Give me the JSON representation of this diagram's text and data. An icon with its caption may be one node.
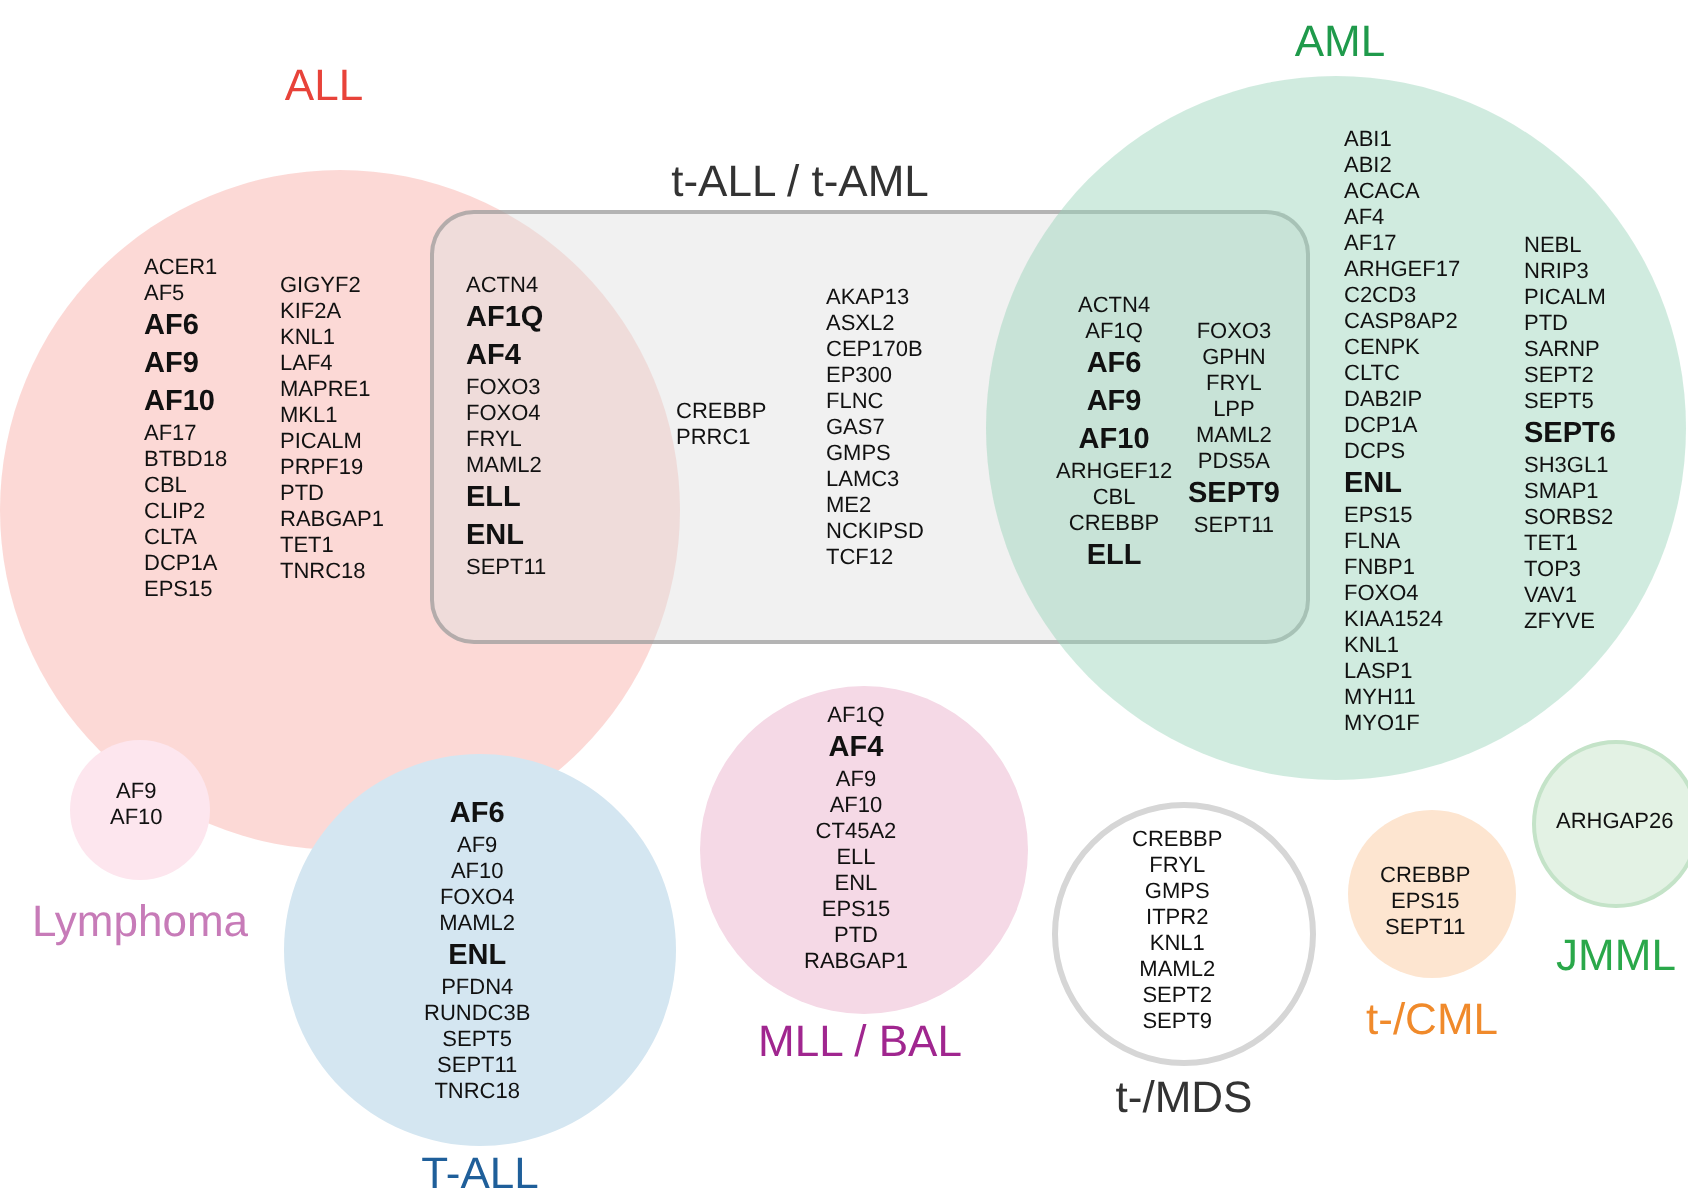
{
  "diagram": {
    "nodes": [
      {
        "text": [
          "ALL",
          "ACER1 AF5 **AF6** **AF9** **AF10** AF17 BTBD18 CBL CLIP2 CLTA DCP1A EPS15",
          "GIGYF2 KIF2A KNL1 LAF4 MAPRE1 MKL1 PICALM PRPF19 PTD RABGAP1 TET1 TNRC18"
        ]
      },
      {
        "text": [
          "t-ALL / t-AML",
          "ACTN4 **AF1Q** **AF4** FOXO3 FOXO4 FRYL MAML2 **ELL** **ENL** SEPT11",
          "CREBBP PRRC1",
          "AKAP13 ASXL2 CEP170B EP300 FLNC GAS7 GMPS LAMC3 ME2 NCKIPSD TCF12",
          "ACTN4 AF1Q **AF6** **AF9** **AF10** ARHGEF12 CBL CREBBP **ELL**",
          "FOXO3 GPHN FRYL LPP MAML2 PDS5A **SEPT9** SEPT11"
        ]
      },
      {
        "text": [
          "AML",
          "ABI1 ABI2 ACACA AF4 AF17 ARHGEF17 C2CD3 CASP8AP2 CENPK CLTC DAB2IP DCP1A DCPS **ENL** EPS15 FLNA FNBP1 FOXO4 KIAA1524 KNL1 LASP1 MYH11 MYO1F",
          "NEBL NRIP3 PICALM PTD SARNP SEPT2 SEPT5 **SEPT6** SH3GL1 SMAP1 SORBS2 TET1 TOP3 VAV1 ZFYVE"
        ]
      },
      {
        "text": [
          "AF9 AF10",
          "Lymphoma"
        ]
      },
      {
        "text": [
          "**AF6** AF9 AF10 FOXO4 MAML2 **ENL** PFDN4 RUNDC3B SEPT5 SEPT11 TNRC18",
          "T-ALL"
        ]
      },
      {
        "text": [
          "AF1Q **AF4** AF9 AF10 CT45A2 ELL ENL EPS15 PTD RABGAP1",
          "MLL / BAL"
        ]
      },
      {
        "text": [
          "CREBBP FRYL GMPS ITPR2 KNL1 MAML2 SEPT2 SEPT9",
          "t-/MDS"
        ]
      },
      {
        "text": [
          "CREBBP EPS15 SEPT11",
          "t-/CML"
        ]
      },
      {
        "text": [
          "ARHGAP26",
          "JMML"
        ]
      }
    ],
    "edges": []
  }
}
